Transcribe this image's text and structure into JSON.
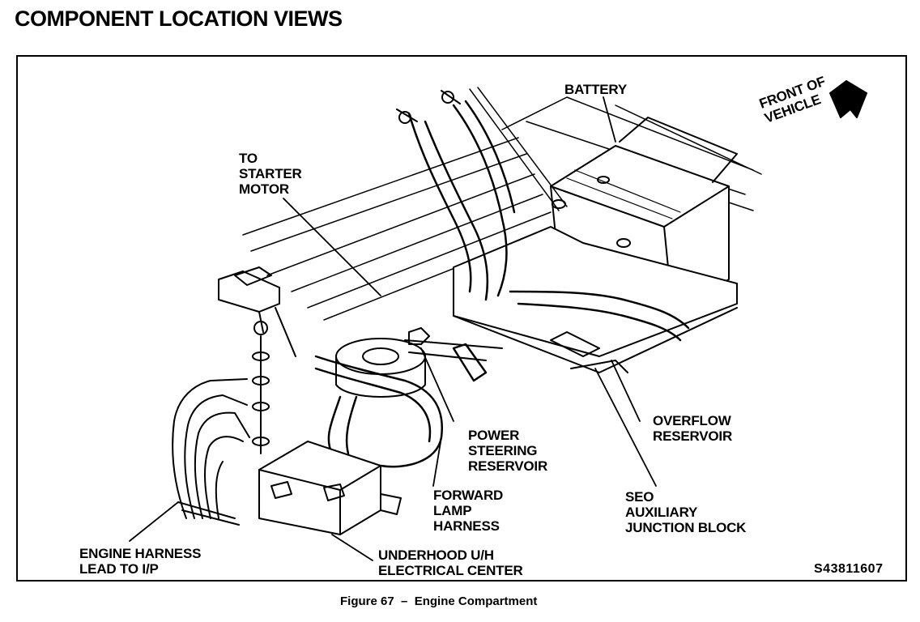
{
  "page": {
    "title": "COMPONENT LOCATION VIEWS",
    "caption": "Figure 67  –  Engine Compartment",
    "figure_code": "S43811607"
  },
  "labels": {
    "battery": "BATTERY",
    "front_of_vehicle": "FRONT OF\nVEHICLE",
    "to_starter_motor": "TO\nSTARTER\nMOTOR",
    "overflow_reservoir": "OVERFLOW\nRESERVOIR",
    "power_steering_reservoir": "POWER\nSTEERING\nRESERVOIR",
    "forward_lamp_harness": "FORWARD\nLAMP\nHARNESS",
    "seo_auxiliary_junction_block": "SEO\nAUXILIARY\nJUNCTION BLOCK",
    "engine_harness_lead": "ENGINE HARNESS\nLEAD TO I/P",
    "underhood_electrical_center": "UNDERHOOD U/H\nELECTRICAL CENTER"
  }
}
